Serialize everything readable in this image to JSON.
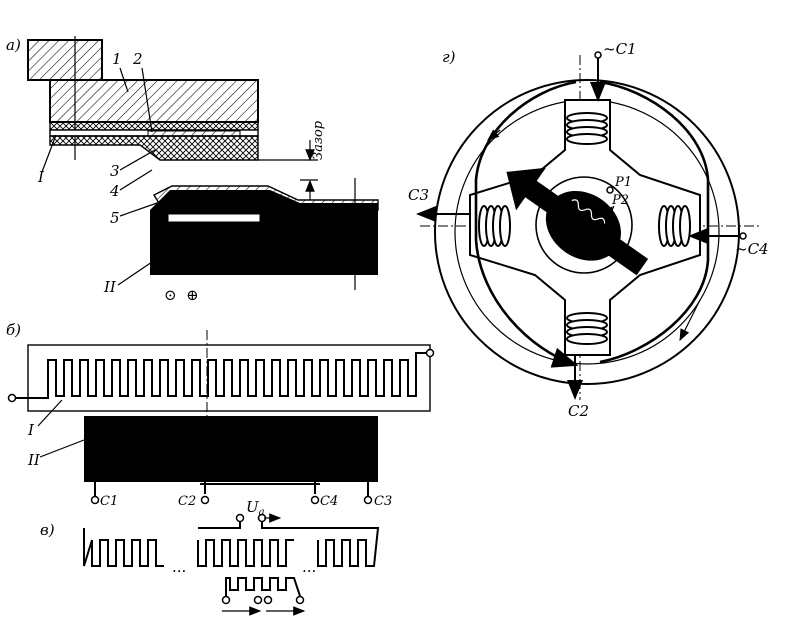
{
  "panels": {
    "a": {
      "tag": "а)",
      "labels": [
        "1",
        "2",
        "3",
        "4",
        "5"
      ],
      "roman1": "I",
      "roman2": "II",
      "gap_label": "Зазор",
      "symbols": [
        "⊙",
        "⊕"
      ]
    },
    "b": {
      "tag": "б)",
      "roman1": "I",
      "roman2": "II",
      "terminals": [
        "C1",
        "C2",
        "C4",
        "C3"
      ]
    },
    "v": {
      "tag": "в)",
      "voltage": "U",
      "voltage_sub": "a",
      "ellipsis": "..."
    },
    "g": {
      "tag": "г)",
      "terminals": [
        "~C1",
        "C3",
        "~C4",
        "C2"
      ],
      "points": [
        "P1",
        "P2"
      ]
    }
  },
  "colors": {
    "ink": "#000000",
    "paper": "#ffffff"
  }
}
